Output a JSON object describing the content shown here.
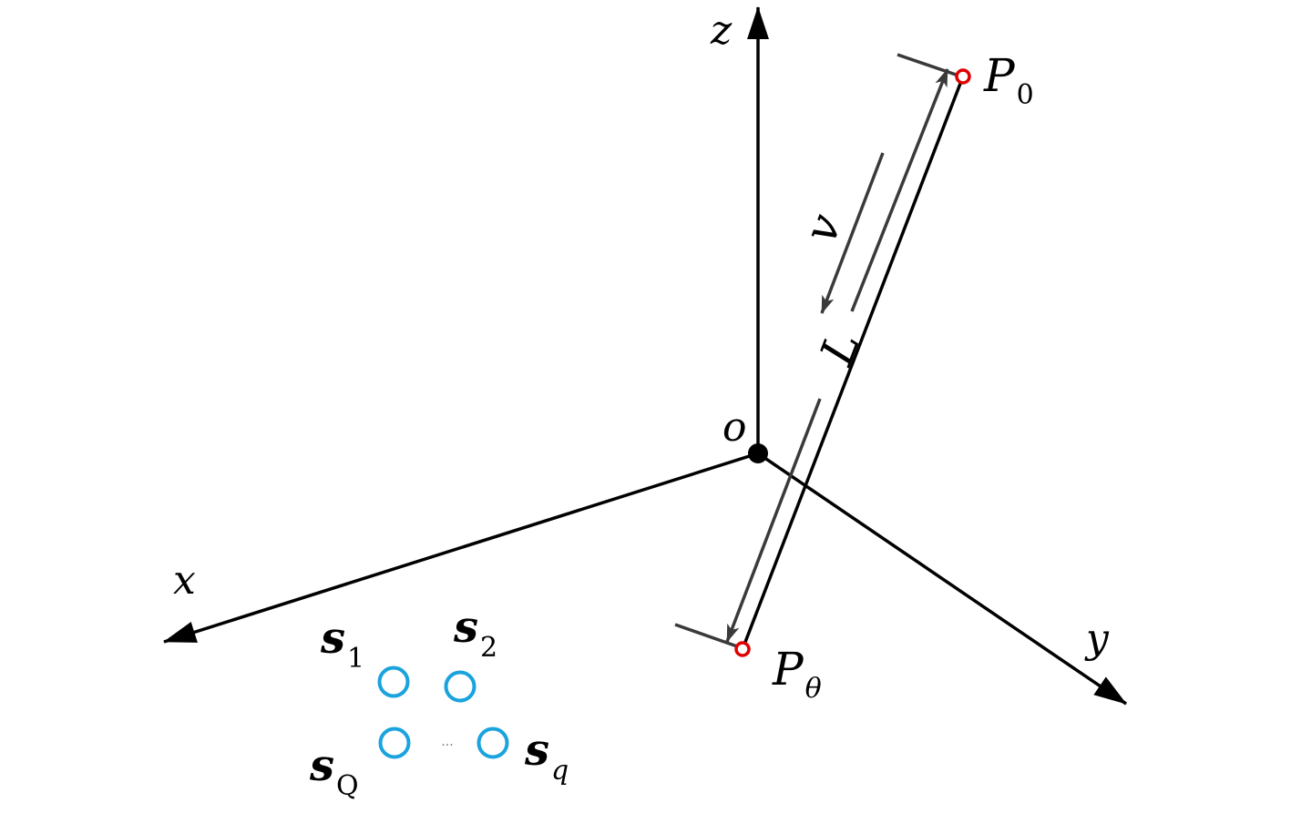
{
  "axes": {
    "x_label": "x",
    "y_label": "y",
    "z_label": "z",
    "origin_label": "o"
  },
  "trajectory": {
    "start_point": {
      "label": "P",
      "subscript": "0"
    },
    "end_point": {
      "label": "P",
      "subscript": "θ"
    },
    "length_label": "L",
    "velocity_label": "v"
  },
  "sensors": [
    {
      "label": "s",
      "subscript": "1"
    },
    {
      "label": "s",
      "subscript": "2"
    },
    {
      "label": "s",
      "subscript": "Q"
    },
    {
      "label": "s",
      "subscript": "q"
    }
  ],
  "ellipsis": "···",
  "colors": {
    "axis": "#000000",
    "arrow_gray": "#3a3a3a",
    "point_red": "#e00000",
    "sensor_blue": "#1aa3dd"
  }
}
